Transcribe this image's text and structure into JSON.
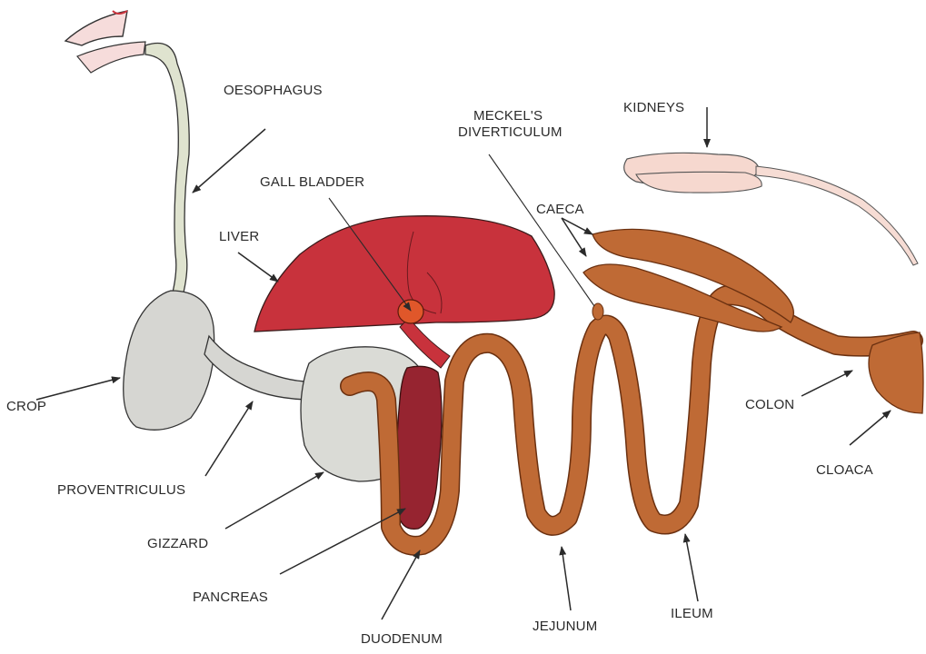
{
  "labels": {
    "oesophagus": "OESOPHAGUS",
    "meckels_1": "MECKEL'S",
    "meckels_2": "DIVERTICULUM",
    "kidneys": "KIDNEYS",
    "gall_bladder": "GALL BLADDER",
    "caeca": "CAECA",
    "liver": "LIVER",
    "crop": "CROP",
    "colon": "COLON",
    "proventriculus": "PROVENTRICULUS",
    "cloaca": "CLOACA",
    "gizzard": "GIZZARD",
    "pancreas": "PANCREAS",
    "duodenum": "DUODENUM",
    "jejunum": "JEJUNUM",
    "ileum": "ILEUM"
  },
  "colors": {
    "oesophagus_crop": "#d9d9d4",
    "liver": "#c8323c",
    "gall_bladder": "#e0572a",
    "pancreas": "#962430",
    "intestine": "#bf6a35",
    "kidneys": "#f6d8cf",
    "beak": "#f4c9c6"
  }
}
